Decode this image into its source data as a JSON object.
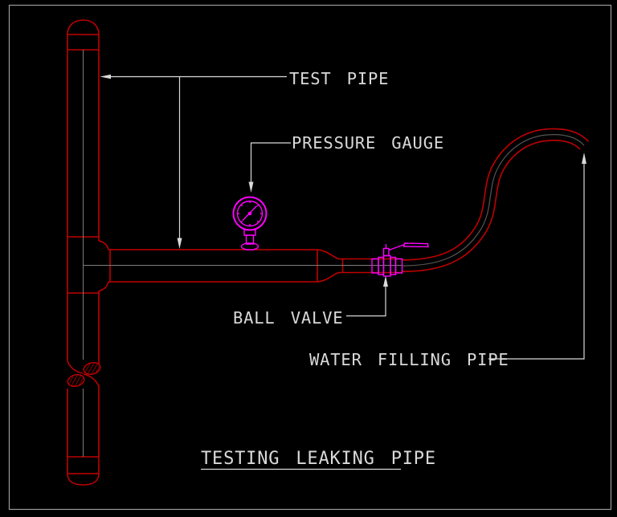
{
  "drawing": {
    "title": "TESTING LEAKING PIPE",
    "callouts": {
      "test_pipe": "TEST PIPE",
      "pressure_gauge": "PRESSURE GAUGE",
      "ball_valve": "BALL VALVE",
      "water_filling_pipe": "WATER FILLING PIPE"
    }
  },
  "colors": {
    "background": "#000000",
    "frame": "#9a9a9a",
    "pipe": "#c00000",
    "centerline": "#7d7d7d",
    "hose_core": "#565656",
    "fitting_accent": "#ff00ff",
    "annotation": "#d9d9d9"
  }
}
